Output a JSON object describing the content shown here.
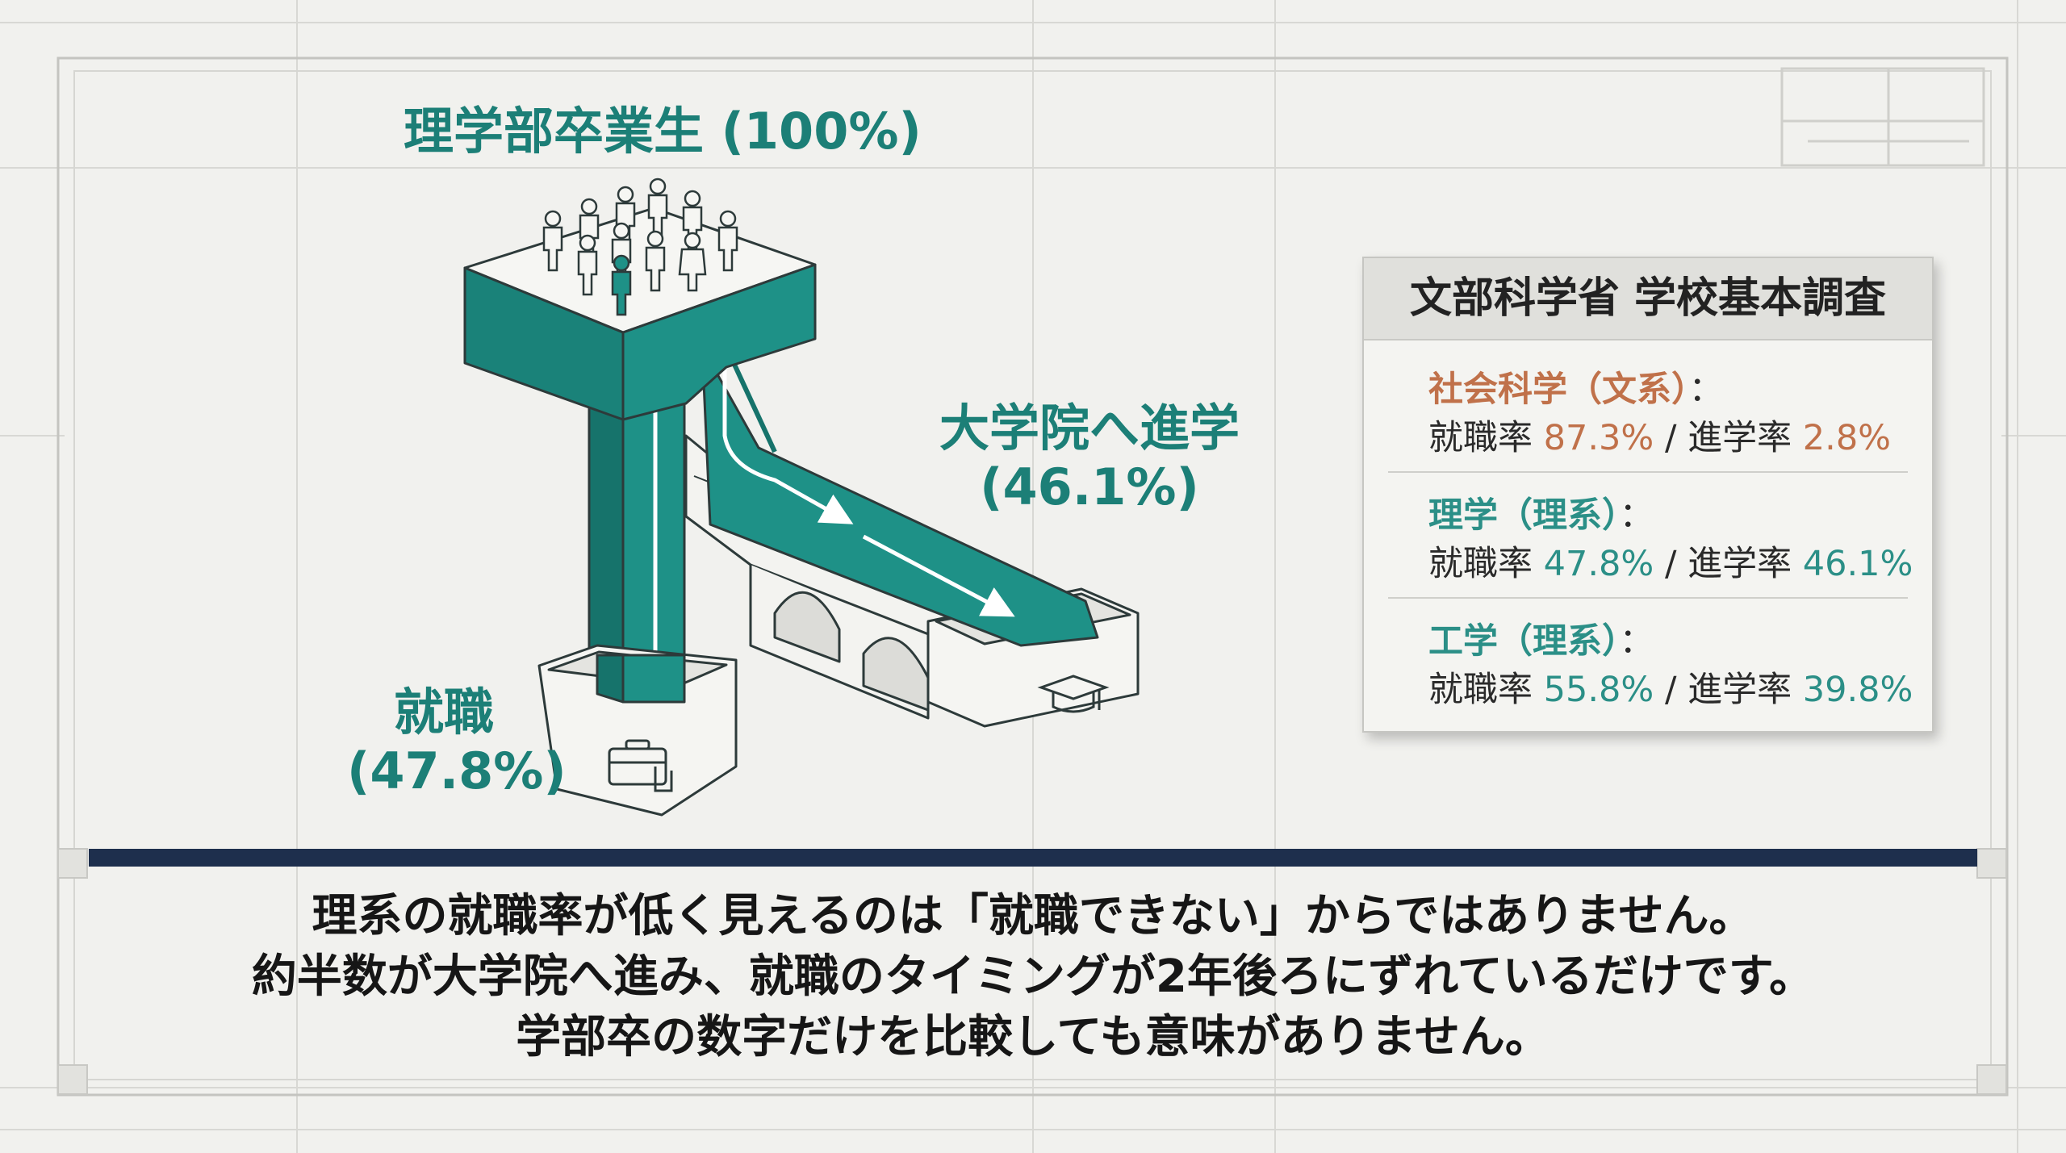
{
  "diagram": {
    "top_label": "理学部卒業生 (100%)",
    "grad_label": [
      "大学院へ進学",
      "(46.1%)"
    ],
    "job_label": [
      "就職",
      "(47.8%)"
    ]
  },
  "source_panel": {
    "title": "文部科学省 学校基本調査",
    "rows": [
      {
        "category": "社会科学（文系）",
        "colon": "：",
        "emp_label": "就職率",
        "emp_value": "87.3%",
        "slash": "/",
        "grad_label": "進学率",
        "grad_value": "2.8%",
        "color": "#c0714a"
      },
      {
        "category": "理学（理系）",
        "colon": "：",
        "emp_label": "就職率",
        "emp_value": "47.8%",
        "slash": "/",
        "grad_label": "進学率",
        "grad_value": "46.1%",
        "color": "#2b8f87"
      },
      {
        "category": "工学（理系）",
        "colon": "：",
        "emp_label": "就職率",
        "emp_value": "55.8%",
        "slash": "/",
        "grad_label": "進学率",
        "grad_value": "39.8%",
        "color": "#2b8f87"
      }
    ]
  },
  "caption": {
    "lines": [
      "理系の就職率が低く見えるのは「就職できない」からではありません。",
      "約半数が大学院へ進み、就職のタイミングが2年後ろにずれているだけです。",
      "学部卒の数字だけを比較しても意味がありません。"
    ]
  },
  "colors": {
    "teal": "#1e9187",
    "teal_dark": "#16736b",
    "navy": "#1e2f4d",
    "orange": "#c0714a"
  },
  "icons": [
    "person-icon",
    "briefcase-icon",
    "graduation-cap-icon"
  ]
}
